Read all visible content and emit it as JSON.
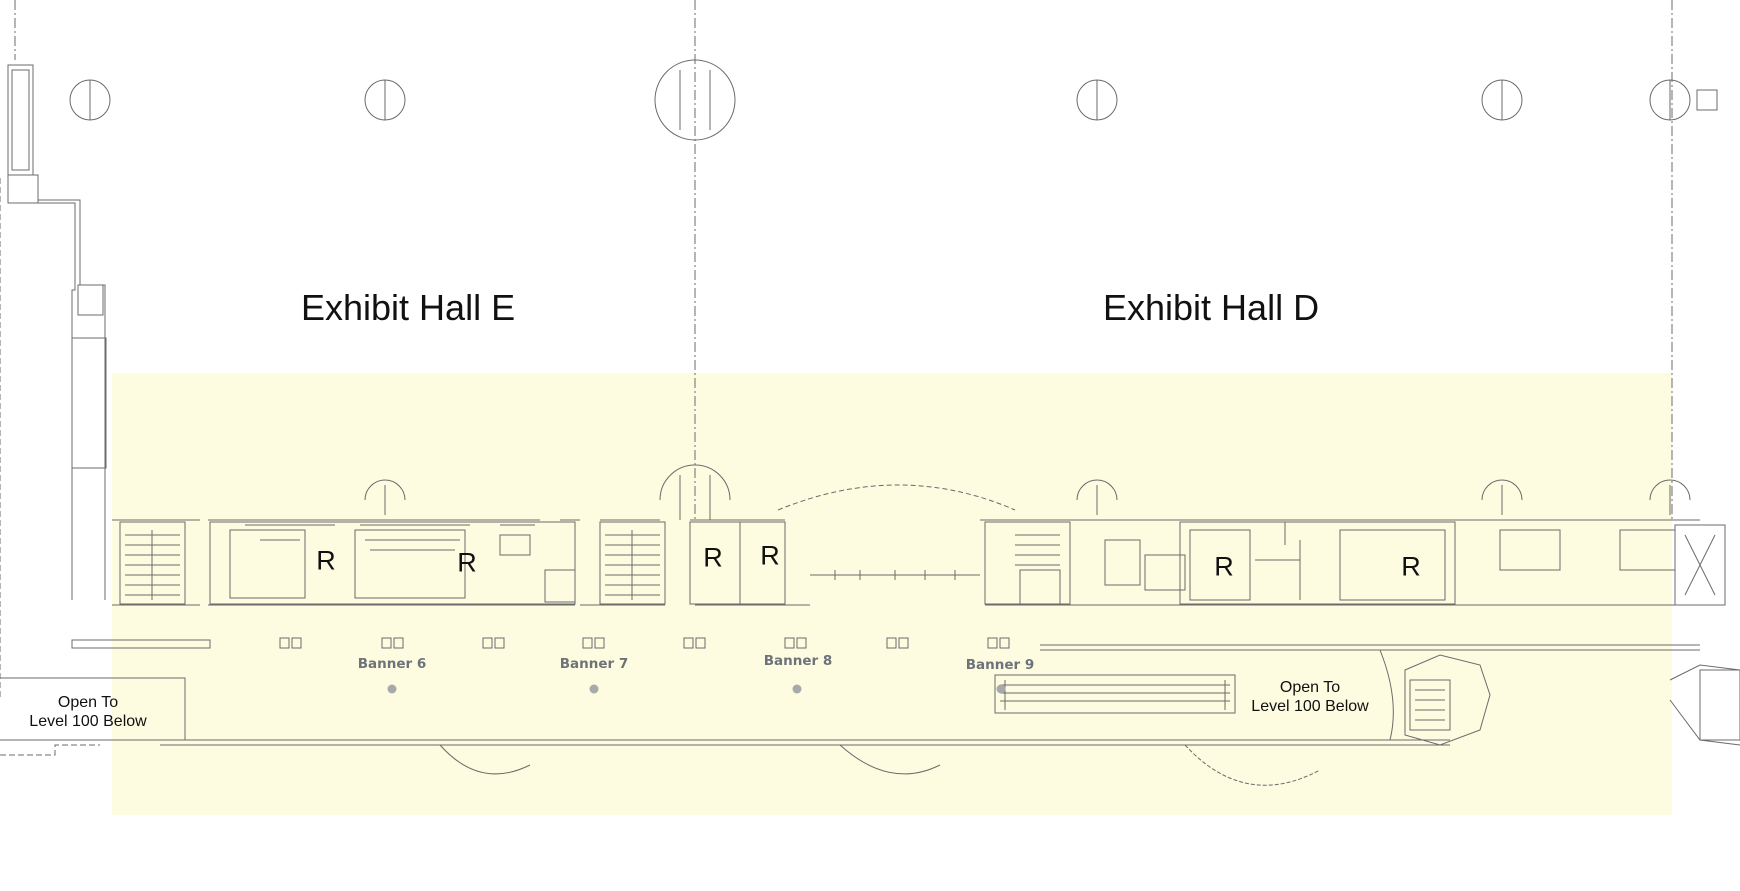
{
  "colors": {
    "highlight": "#fdfbe0",
    "line": "#6b6b6b",
    "banner": "#6e737a",
    "dot": "#a7a9ab"
  },
  "halls": {
    "e": "Exhibit Hall E",
    "d": "Exhibit Hall D"
  },
  "banners": {
    "b6": "Banner 6",
    "b7": "Banner 7",
    "b8": "Banner 8",
    "b9": "Banner 9"
  },
  "open_areas": {
    "left": {
      "line1": "Open To",
      "line2": "Level 100 Below"
    },
    "right": {
      "line1": "Open To",
      "line2": "Level 100 Below"
    }
  },
  "restroom_label": "R"
}
